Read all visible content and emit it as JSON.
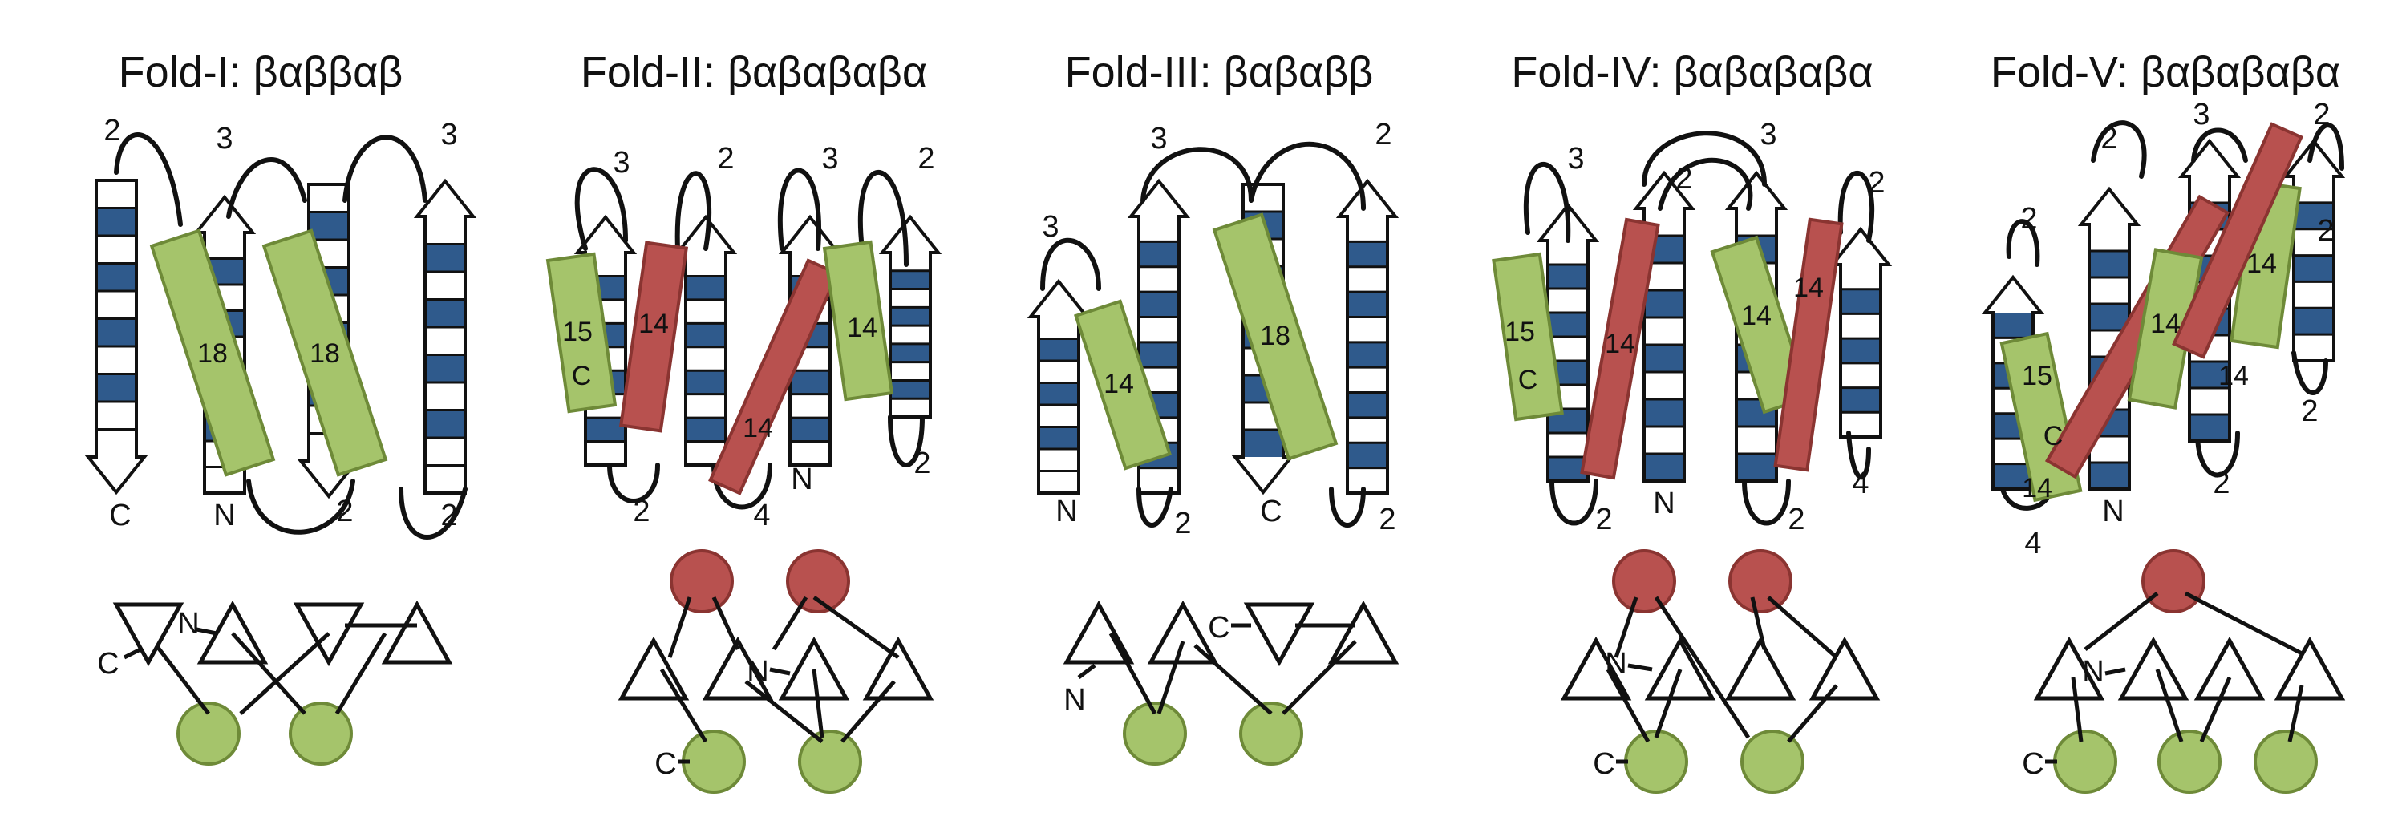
{
  "colors": {
    "strand_band": "#2f5a8c",
    "green_helix": "#a5c46b",
    "green_helix_stroke": "#6e8a38",
    "red_helix": "#b8514f",
    "red_helix_stroke": "#8a3431"
  },
  "folds": [
    {
      "title": "Fold-I: βαββαβ",
      "strand_labels": [
        "2",
        "3",
        "3",
        "2",
        "2",
        "C",
        "N"
      ],
      "helix_labels": [
        "18",
        "18"
      ],
      "topology_labels": [
        "C",
        "N"
      ]
    },
    {
      "title": "Fold-II: βαβαβαβα",
      "strand_labels": [
        "3",
        "2",
        "3",
        "2",
        "2",
        "4",
        "2",
        "N"
      ],
      "helix_labels": [
        "15",
        "C",
        "14",
        "14",
        "14"
      ],
      "topology_labels": [
        "N",
        "C"
      ]
    },
    {
      "title": "Fold-III: βαβαββ",
      "strand_labels": [
        "3",
        "3",
        "2",
        "N",
        "2",
        "C",
        "2"
      ],
      "helix_labels": [
        "14",
        "18"
      ],
      "topology_labels": [
        "N",
        "C"
      ]
    },
    {
      "title": "Fold-IV: βαβαβαβα",
      "strand_labels": [
        "3",
        "2",
        "3",
        "2",
        "2",
        "N",
        "2",
        "4"
      ],
      "helix_labels": [
        "15",
        "C",
        "14",
        "14",
        "14"
      ],
      "topology_labels": [
        "N",
        "C"
      ]
    },
    {
      "title": "Fold-V: βαβαβαβα",
      "strand_labels": [
        "2",
        "2",
        "3",
        "2",
        "2",
        "4",
        "N",
        "2",
        "2"
      ],
      "helix_labels": [
        "15",
        "C",
        "14",
        "14",
        "14",
        "14"
      ],
      "topology_labels": [
        "N",
        "C"
      ]
    }
  ]
}
